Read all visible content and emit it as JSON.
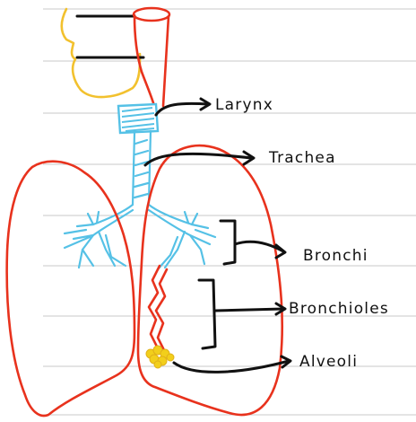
{
  "labels": {
    "larynx": "Larynx",
    "trachea": "Trachea",
    "bronchi": "Bronchi",
    "bronchioles": "Bronchioles",
    "alveoli": "Alveoli"
  },
  "colors": {
    "paper_lines": "#c9c9c9",
    "lungs_outline": "#e8321d",
    "spine_outline": "#f2c12e",
    "airways": "#55c1e6",
    "alveoli_cluster": "#f2cf1b",
    "ink": "#111111"
  }
}
